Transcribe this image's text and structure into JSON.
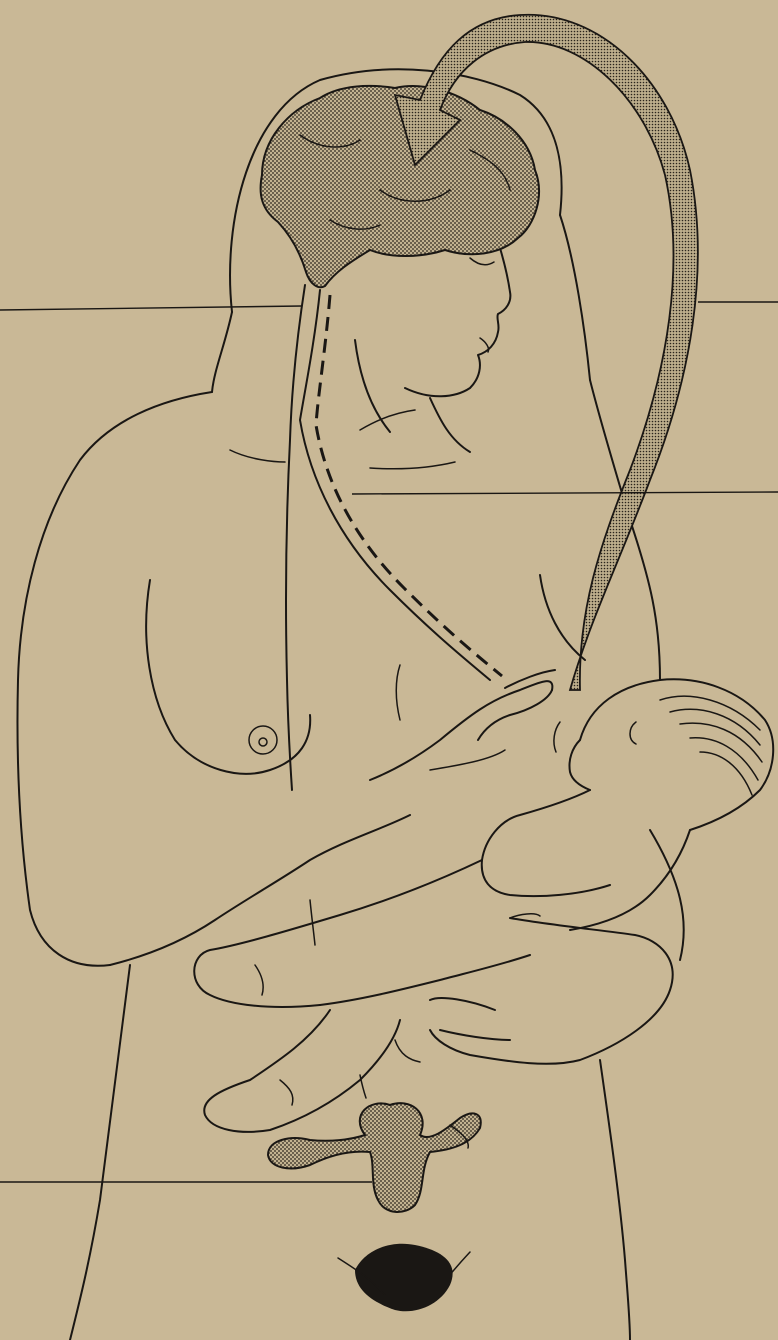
{
  "figure": {
    "regions": [
      "brain",
      "nerve-pathway",
      "hormone-pathway-arrow",
      "breast",
      "infant",
      "uterus"
    ]
  },
  "colors": {
    "paper": "#c9b896",
    "ink": "#1a1714"
  }
}
